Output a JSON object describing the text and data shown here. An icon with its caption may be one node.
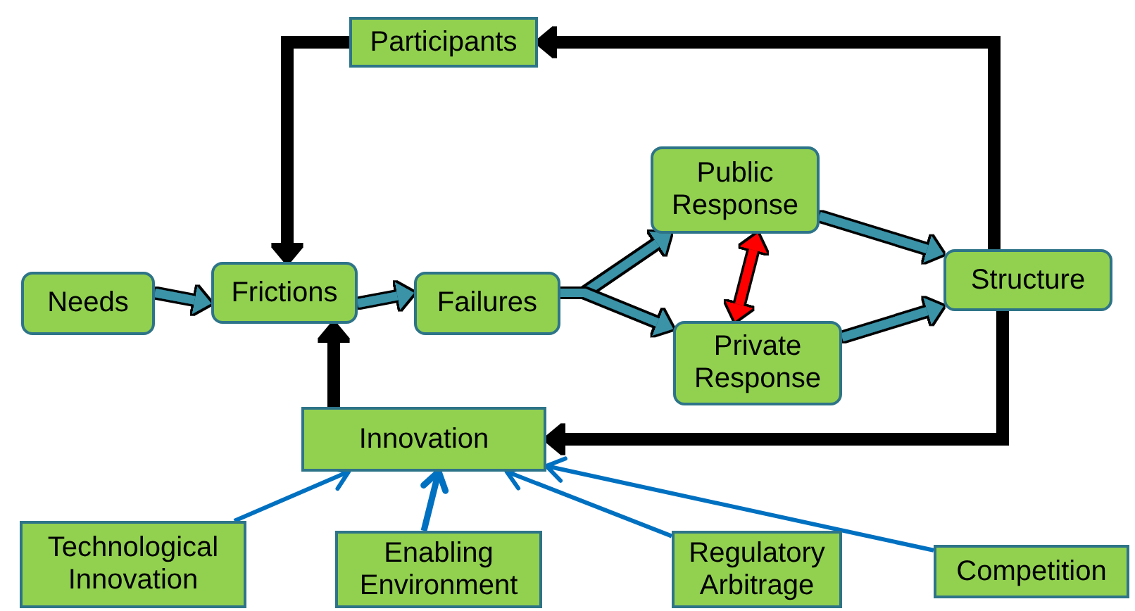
{
  "diagram": {
    "nodes": [
      {
        "text": [
          "Participants"
        ]
      },
      {
        "text": [
          "Needs"
        ]
      },
      {
        "text": [
          "Frictions"
        ]
      },
      {
        "text": [
          "Failures"
        ]
      },
      {
        "text": [
          "Public Response"
        ]
      },
      {
        "text": [
          "Private Response"
        ]
      },
      {
        "text": [
          "Structure"
        ]
      },
      {
        "text": [
          "Innovation"
        ]
      },
      {
        "text": [
          "Technological Innovation"
        ]
      },
      {
        "text": [
          "Enabling Environment"
        ]
      },
      {
        "text": [
          "Regulatory Arbitrage"
        ]
      },
      {
        "text": [
          "Competition"
        ]
      }
    ],
    "edges": [
      {
        "from": 1,
        "to": 2,
        "arrow": "to"
      },
      {
        "from": 2,
        "to": 3,
        "arrow": "to"
      },
      {
        "from": 3,
        "to": 4,
        "arrow": "to"
      },
      {
        "from": 3,
        "to": 5,
        "arrow": "to"
      },
      {
        "from": 4,
        "to": 6,
        "arrow": "to"
      },
      {
        "from": 5,
        "to": 6,
        "arrow": "to"
      },
      {
        "from": 4,
        "to": 5,
        "arrow": "both",
        "color": "#ff0000"
      },
      {
        "from": 6,
        "to": 0,
        "arrow": "to",
        "color": "#000000"
      },
      {
        "from": 0,
        "to": 2,
        "arrow": "to",
        "color": "#000000"
      },
      {
        "from": 6,
        "to": 7,
        "arrow": "to",
        "color": "#000000"
      },
      {
        "from": 7,
        "to": 2,
        "arrow": "to",
        "color": "#000000"
      },
      {
        "from": 8,
        "to": 7,
        "arrow": "to",
        "color": "#0070c0"
      },
      {
        "from": 9,
        "to": 7,
        "arrow": "to",
        "color": "#0070c0"
      },
      {
        "from": 10,
        "to": 7,
        "arrow": "to",
        "color": "#0070c0"
      },
      {
        "from": 11,
        "to": 7,
        "arrow": "to",
        "color": "#0070c0"
      }
    ]
  }
}
